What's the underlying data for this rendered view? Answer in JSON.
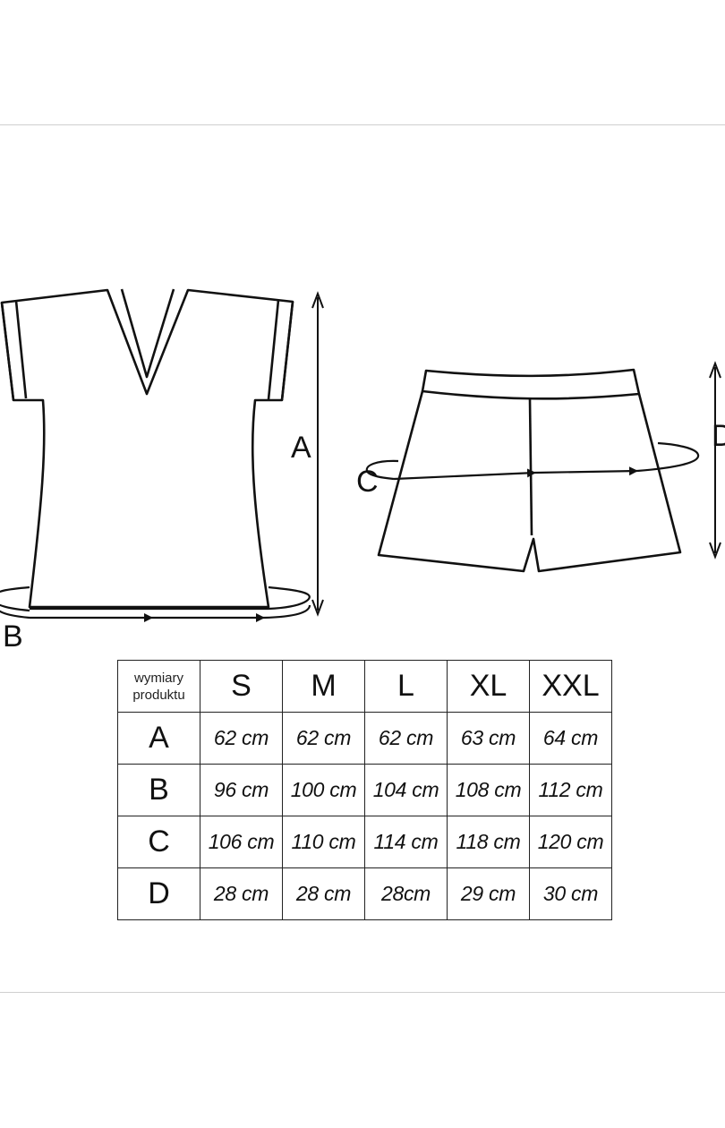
{
  "diagram": {
    "labels": {
      "a": "A",
      "b": "B",
      "c": "C",
      "d": "D"
    }
  },
  "table": {
    "corner": [
      "wymiary",
      "produktu"
    ],
    "sizes": [
      "S",
      "M",
      "L",
      "XL",
      "XXL"
    ],
    "rows": [
      {
        "label": "A",
        "values": [
          "62 cm",
          "62 cm",
          "62 cm",
          "63 cm",
          "64 cm"
        ]
      },
      {
        "label": "B",
        "values": [
          "96 cm",
          "100 cm",
          "104 cm",
          "108 cm",
          "112 cm"
        ]
      },
      {
        "label": "C",
        "values": [
          "106 cm",
          "110 cm",
          "114 cm",
          "118 cm",
          "120 cm"
        ]
      },
      {
        "label": "D",
        "values": [
          "28 cm",
          "28 cm",
          "28cm",
          "29 cm",
          "30 cm"
        ]
      }
    ]
  },
  "colors": {
    "line": "#111111",
    "divider": "#cfcfcf",
    "background": "#ffffff"
  }
}
